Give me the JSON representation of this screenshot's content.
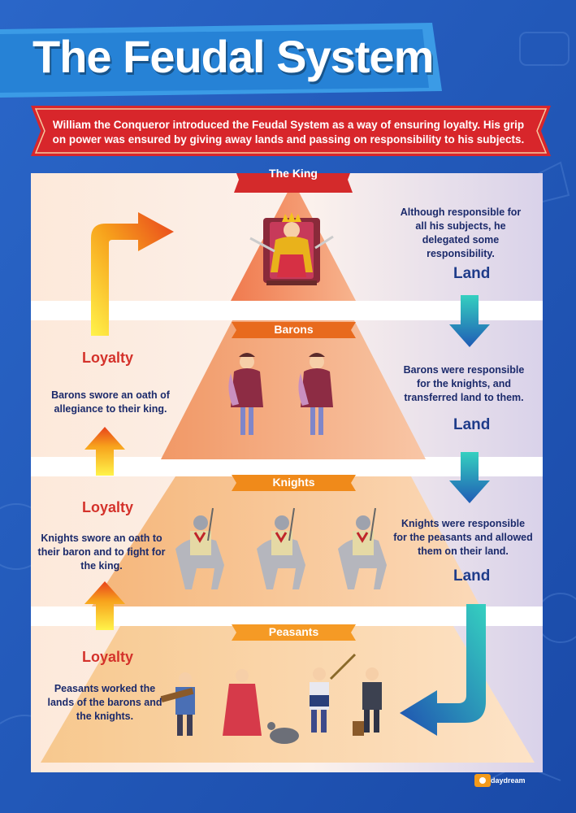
{
  "title": "The Feudal System",
  "intro": "William the Conqueror introduced the Feudal System as a way of ensuring loyalty. His grip on power was ensured by giving away lands and passing on responsibility to his subjects.",
  "tiers": [
    {
      "label": "The King"
    },
    {
      "label": "Barons"
    },
    {
      "label": "Knights"
    },
    {
      "label": "Peasants"
    }
  ],
  "right_texts": [
    "Although responsible for all his subjects, he delegated some responsibility.",
    "Barons were responsible for the knights, and transferred land to them.",
    "Knights were responsible for the peasants and allowed them on their land."
  ],
  "left_texts": [
    "Barons swore an oath of allegiance to their king.",
    "Knights swore an oath to their baron and to fight for the king.",
    "Peasants worked the lands of the barons and the knights."
  ],
  "loyalty_label": "Loyalty",
  "land_label": "Land",
  "logo_text": "daydream",
  "colors": {
    "background": "#1f57b8",
    "banner_red": "#d8262b",
    "tier_red": "#d42a2b",
    "tier_orange": "#f08a1a",
    "loyalty": "#d4322b",
    "land": "#1f3c8a"
  }
}
